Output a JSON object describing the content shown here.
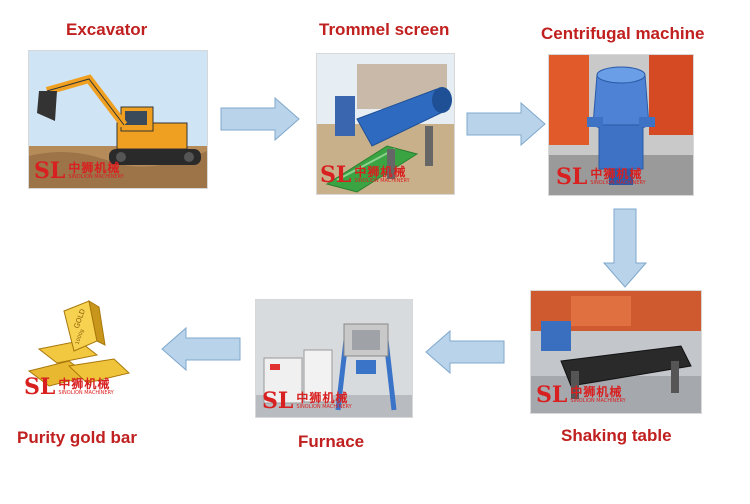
{
  "colors": {
    "label": "#c0201f",
    "arrow_fill": "#b8d3ea",
    "arrow_stroke": "#7fa8cc",
    "watermark": "#d92020"
  },
  "watermark": {
    "logo": "SL",
    "cn": "中狮机械",
    "en": "SINOLION MACHINERY"
  },
  "steps": [
    {
      "id": "excavator",
      "label": "Excavator"
    },
    {
      "id": "trommel",
      "label": "Trommel screen"
    },
    {
      "id": "centrifugal",
      "label": "Centrifugal machine"
    },
    {
      "id": "shaking",
      "label": "Shaking table"
    },
    {
      "id": "furnace",
      "label": "Furnace"
    },
    {
      "id": "goldbar",
      "label": "Purity gold bar"
    }
  ],
  "gold_bar_text": {
    "brand": "GOLD",
    "weight": "1000g"
  }
}
